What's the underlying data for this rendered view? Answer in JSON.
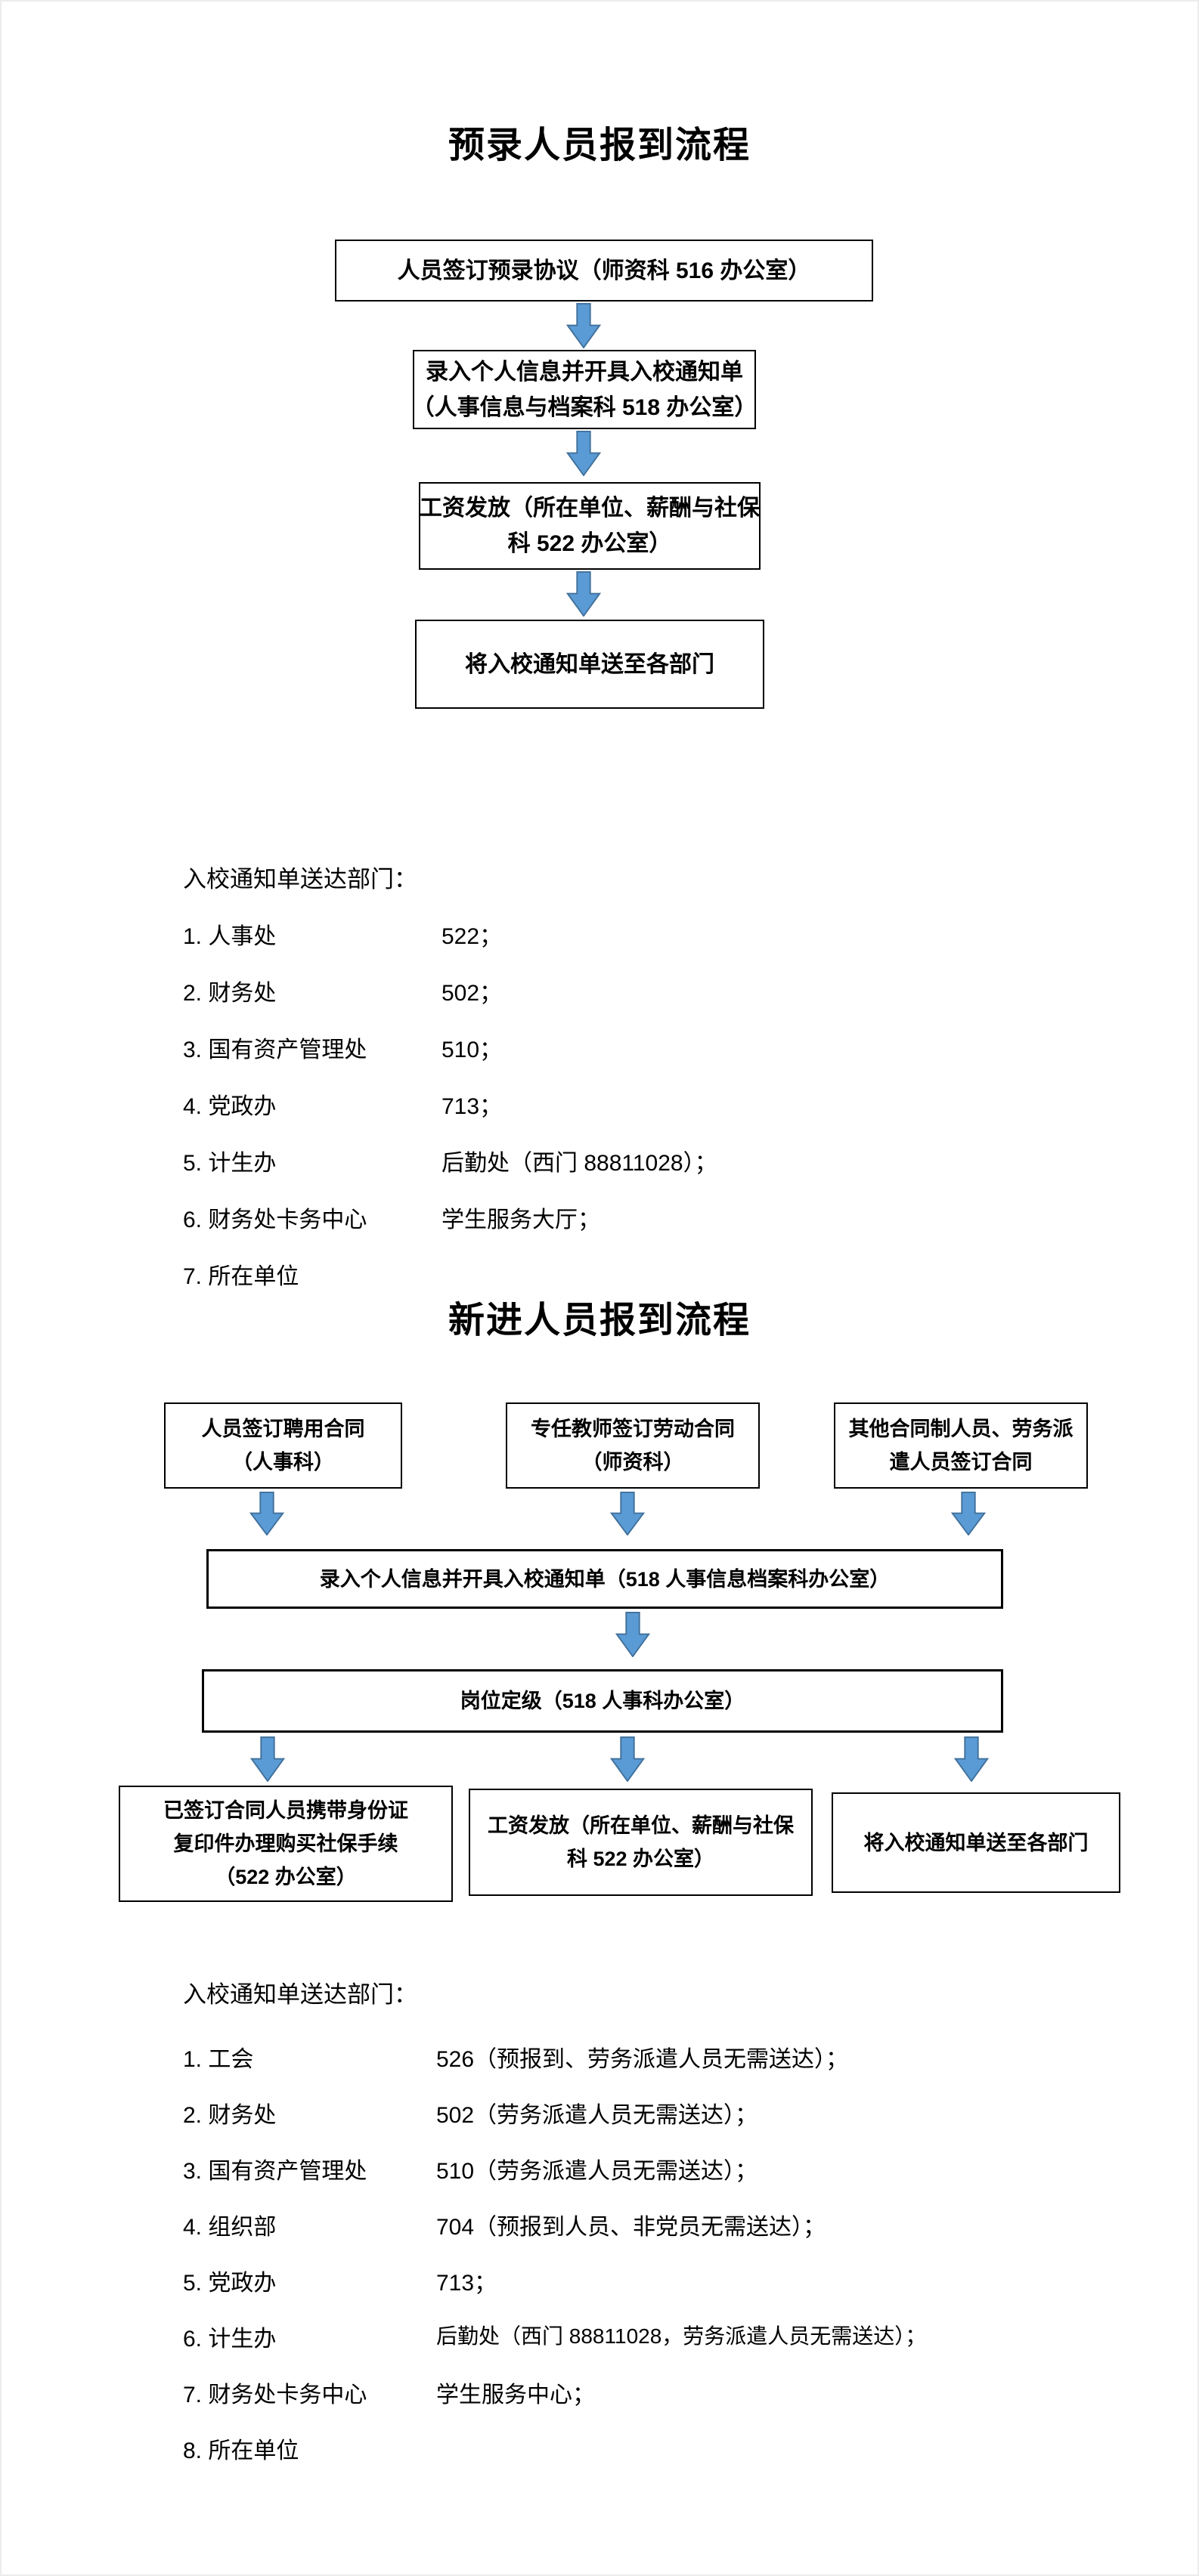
{
  "colors": {
    "arrow_fill": "#5b9bd5",
    "arrow_stroke": "#41719c",
    "box_border": "#000000",
    "text": "#000000",
    "page_border": "#ececec"
  },
  "flowchart1": {
    "title": "预录人员报到流程",
    "box1": {
      "line1": "人员签订预录协议（师资科 516 办公室）"
    },
    "box2": {
      "line1": "录入个人信息并开具入校通知单",
      "line2": "（人事信息与档案科 518 办公室）"
    },
    "box3": {
      "line1": "工资发放（所在单位、薪酬与社保",
      "line2": "科 522 办公室）"
    },
    "box4": {
      "line1": "将入校通知单送至各部门"
    },
    "list": {
      "header": "入校通知单送达部门：",
      "items": [
        {
          "label": "1. 人事处",
          "value": "522；"
        },
        {
          "label": "2. 财务处",
          "value": "502；"
        },
        {
          "label": "3. 国有资产管理处",
          "value": "510；"
        },
        {
          "label": "4. 党政办",
          "value": "713；"
        },
        {
          "label": "5. 计生办",
          "value": "后勤处（西门  88811028）；"
        },
        {
          "label": "6. 财务处卡务中心",
          "value": "学生服务大厅；"
        },
        {
          "label": "7. 所在单位",
          "value": ""
        }
      ]
    }
  },
  "flowchart2": {
    "title": "新进人员报到流程",
    "boxA": {
      "line1": "人员签订聘用合同",
      "line2": "（人事科）"
    },
    "boxB": {
      "line1": "专任教师签订劳动合同",
      "line2": "（师资科）"
    },
    "boxC": {
      "line1": "其他合同制人员、劳务派",
      "line2": "遣人员签订合同"
    },
    "boxWide1": {
      "line1": "录入个人信息并开具入校通知单（518 人事信息档案科办公室）"
    },
    "boxWide2": {
      "line1": "岗位定级（518 人事科办公室）"
    },
    "boxD": {
      "line1": "已签订合同人员携带身份证",
      "line2": "复印件办理购买社保手续",
      "line3": "（522 办公室）"
    },
    "boxE": {
      "line1": "工资发放（所在单位、薪酬与社保",
      "line2": "科 522 办公室）"
    },
    "boxF": {
      "line1": "将入校通知单送至各部门"
    },
    "list": {
      "header": "入校通知单送达部门：",
      "items": [
        {
          "label": "1. 工会",
          "value": "526（预报到、劳务派遣人员无需送达）；"
        },
        {
          "label": "2. 财务处",
          "value": "502（劳务派遣人员无需送达）；"
        },
        {
          "label": "3. 国有资产管理处",
          "value": "510（劳务派遣人员无需送达）；"
        },
        {
          "label": "4. 组织部",
          "value": "704（预报到人员、非党员无需送达）；"
        },
        {
          "label": "5. 党政办",
          "value": "713；"
        },
        {
          "label": "6. 计生办",
          "value": "后勤处（西门  88811028，劳务派遣人员无需送达）；"
        },
        {
          "label": "7. 财务处卡务中心",
          "value": "学生服务中心；"
        },
        {
          "label": "8. 所在单位",
          "value": ""
        }
      ]
    }
  }
}
